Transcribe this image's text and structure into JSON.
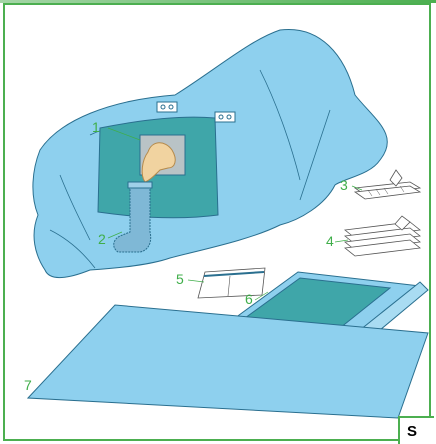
{
  "labels": {
    "l1": "1",
    "l2": "2",
    "l3": "3",
    "l4": "4",
    "l5": "5",
    "l6": "6",
    "l7": "7"
  },
  "badge": "S",
  "colors": {
    "drape_blue": "#8ed0ee",
    "drape_outline": "#2a6f8f",
    "panel_teal": "#3fa6a9",
    "label_green": "#3fae49",
    "frame_green": "#4caf50",
    "skin": "#f1d3a0"
  }
}
